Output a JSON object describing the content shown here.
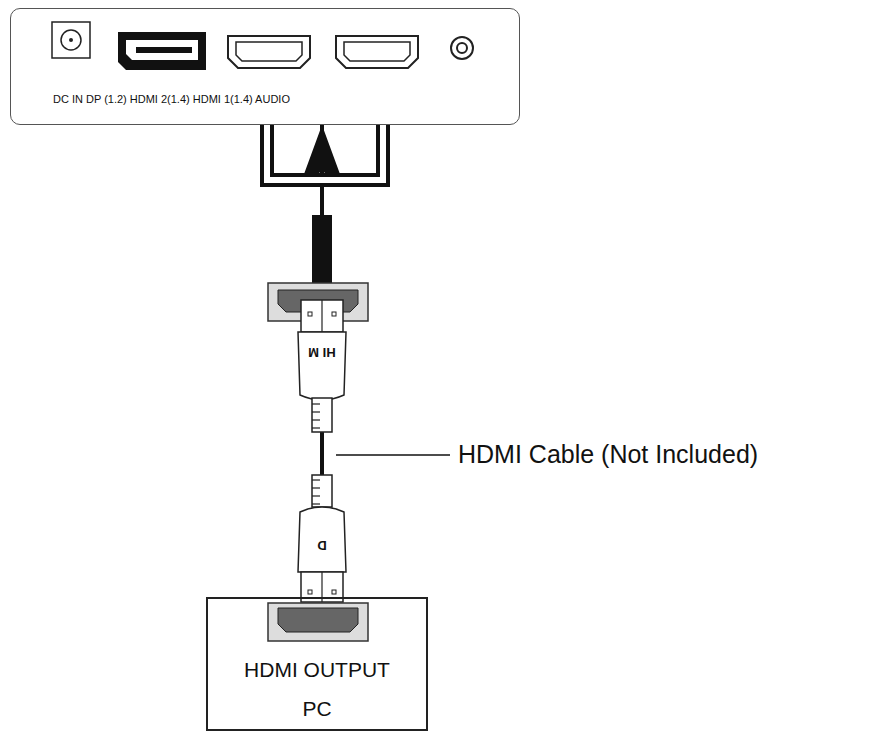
{
  "diagram": {
    "nodes": [
      {
        "text": [
          "DC IN DP (1.2) HDMI 2(1.4) HDMI 1(1.4) AUDIO"
        ]
      },
      {
        "text": [
          "HDMI OUTPUT PC"
        ]
      }
    ],
    "edges": [
      {
        "from": 1,
        "to": 0,
        "arrow": "to"
      }
    ],
    "labels": [
      "HDMI Cable (Not Included)",
      "HI M",
      "D"
    ]
  }
}
